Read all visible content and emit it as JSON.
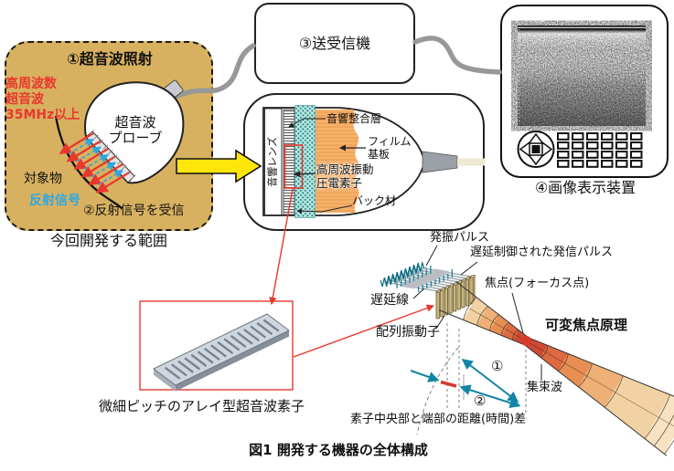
{
  "colors": {
    "scope_box_fill": "#D8B160",
    "accent_red": "#E8382D",
    "signal_blue": "#2EA7E0",
    "pulse_teal": "#1284A4",
    "arrow_yellow": "#FFE60A",
    "film_orange": "#F6B26B",
    "beam_focus_red": "#CE4934"
  },
  "probe_box": {
    "title": "①超音波照射",
    "freq_lines": [
      "高周波数",
      "超音波",
      "35MHz以上"
    ],
    "probe_name_lines": [
      "超音波",
      "プローブ"
    ],
    "object_label": "対象物",
    "reflection_label": "反射信号",
    "receive_label": "②反射信号を受信",
    "scope_label": "今回開発する範囲"
  },
  "transceiver": {
    "title": "③送受信機"
  },
  "display_unit": {
    "title": "④画像表示装置"
  },
  "probe_detail": {
    "lens_label": "音響レンズ",
    "matching_layer_label": "音響整合層",
    "film_lines": [
      "フィルム",
      "基板"
    ],
    "piezo_lines": [
      "高周波振動",
      "圧電素子"
    ],
    "backing_label": "バック材"
  },
  "array_element": {
    "caption": "微細ピッチのアレイ型超音波素子"
  },
  "focus_diagram": {
    "pulse_label": "発振パルス",
    "delayed_pulse_label": "遅延制御された発信パルス",
    "delay_line_label": "遅延線",
    "array_transducer_label": "配列振動子",
    "focal_point_label": "焦点(フォーカス点)",
    "principle_label": "可変焦点原理",
    "focused_wave_label": "集束波",
    "marker1": "①",
    "marker2": "②",
    "distance_note": "素子中央部と端部の距離(時間)差"
  },
  "figure": {
    "caption": "図1  開発する機器の全体構成"
  }
}
